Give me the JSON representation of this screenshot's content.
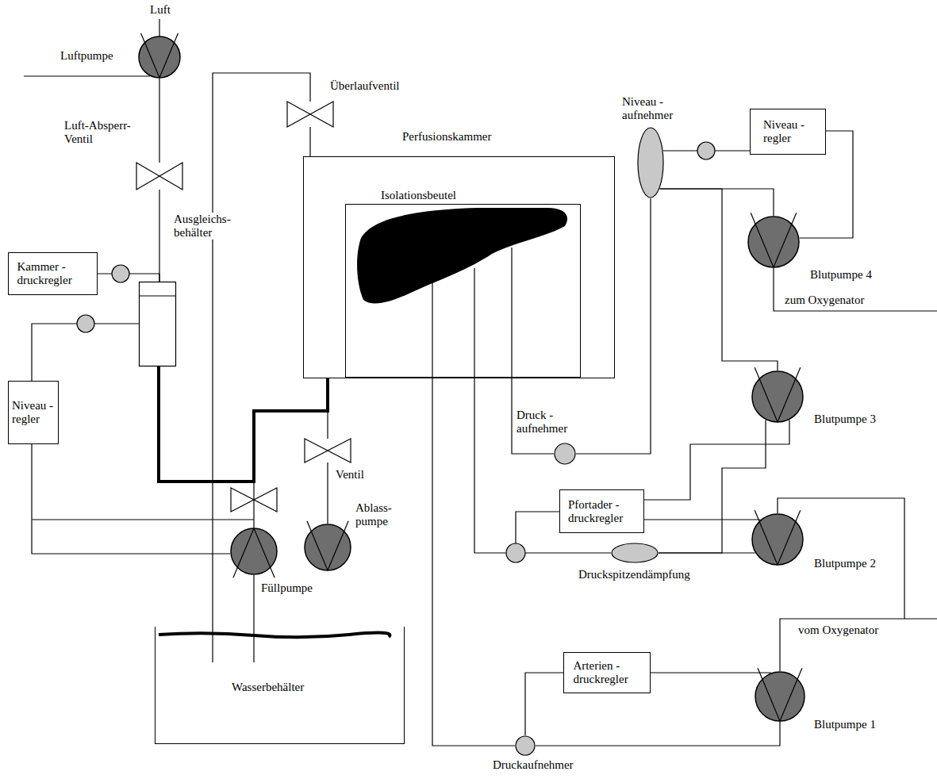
{
  "diagram": {
    "nodes": [
      {
        "text": [
          "Luftpumpe"
        ]
      },
      {
        "text": [
          "Luft-Absperr- Ventil"
        ]
      },
      {
        "text": [
          "Überlaufventil"
        ]
      },
      {
        "text": [
          "Perfusionskammer"
        ]
      },
      {
        "text": [
          "Isolationsbeutel"
        ],
        "in": 3
      },
      {
        "text": [
          "Niveau - aufnehmer"
        ]
      },
      {
        "text": [
          "Niveau - regler"
        ]
      },
      {
        "text": [
          "Kammer - druckregler"
        ]
      },
      {
        "text": [
          "Ausgleichs- behälter"
        ]
      },
      {
        "text": [
          "Blutpumpe 4"
        ]
      },
      {
        "text": [
          "Niveau - regler"
        ]
      },
      {
        "text": [
          "Druck - aufnehmer"
        ]
      },
      {
        "text": [
          "Blutpumpe 3"
        ]
      },
      {
        "text": [
          "Ventil"
        ]
      },
      {
        "text": [
          "Pfortader - druckregler"
        ]
      },
      {
        "text": [
          "Blutpumpe 2"
        ]
      },
      {
        "text": [
          "Füllpumpe"
        ]
      },
      {
        "text": [
          "Ablass- pumpe"
        ]
      },
      {
        "text": [
          "Druckspitzendämpfung"
        ]
      },
      {
        "text": [
          "Wasserbehälter"
        ]
      },
      {
        "text": [
          "Arterien - druckregler"
        ]
      },
      {
        "text": [
          "Blutpumpe 1"
        ]
      },
      {
        "text": [
          "Druckaufnehmer"
        ]
      }
    ],
    "edges": [
      {
        "from": 0,
        "to": 1,
        "arrow": "none"
      },
      {
        "from": 1,
        "to": 8,
        "arrow": "none"
      },
      {
        "from": 7,
        "to": 8,
        "arrow": "none"
      },
      {
        "from": 8,
        "to": 10,
        "arrow": "none"
      },
      {
        "from": 10,
        "to": 16,
        "arrow": "none"
      },
      {
        "from": 8,
        "to": 3,
        "arrow": "none"
      },
      {
        "from": 16,
        "to": 3,
        "arrow": "none"
      },
      {
        "from": 17,
        "to": 13,
        "arrow": "none"
      },
      {
        "from": 13,
        "to": 3,
        "arrow": "none"
      },
      {
        "from": 3,
        "to": 2,
        "arrow": "none"
      },
      {
        "from": 2,
        "to": 19,
        "arrow": "none"
      },
      {
        "from": 19,
        "to": 16,
        "arrow": "none"
      },
      {
        "from": 4,
        "to": 11,
        "arrow": "none"
      },
      {
        "from": 11,
        "to": 5,
        "arrow": "none"
      },
      {
        "from": 5,
        "to": 6,
        "arrow": "none"
      },
      {
        "from": 5,
        "to": 9,
        "arrow": "none"
      },
      {
        "from": 5,
        "to": 12,
        "arrow": "none"
      },
      {
        "from": 6,
        "to": 9,
        "arrow": "none"
      },
      {
        "from": 4,
        "to": 18,
        "arrow": "none"
      },
      {
        "from": 18,
        "to": 15,
        "arrow": "none"
      },
      {
        "from": 18,
        "to": 12,
        "arrow": "none"
      },
      {
        "from": 14,
        "to": 15,
        "arrow": "none"
      },
      {
        "from": 14,
        "to": 12,
        "arrow": "none"
      },
      {
        "from": 15,
        "to": 21,
        "arrow": "none"
      },
      {
        "from": 20,
        "to": 21,
        "arrow": "none"
      },
      {
        "from": 20,
        "to": 22,
        "arrow": "none"
      },
      {
        "from": 21,
        "to": 22,
        "arrow": "none"
      },
      {
        "from": 22,
        "to": 4,
        "arrow": "none"
      }
    ],
    "labels": [
      "Luft",
      "zum Oxygenator",
      "vom Oxygenator"
    ]
  }
}
